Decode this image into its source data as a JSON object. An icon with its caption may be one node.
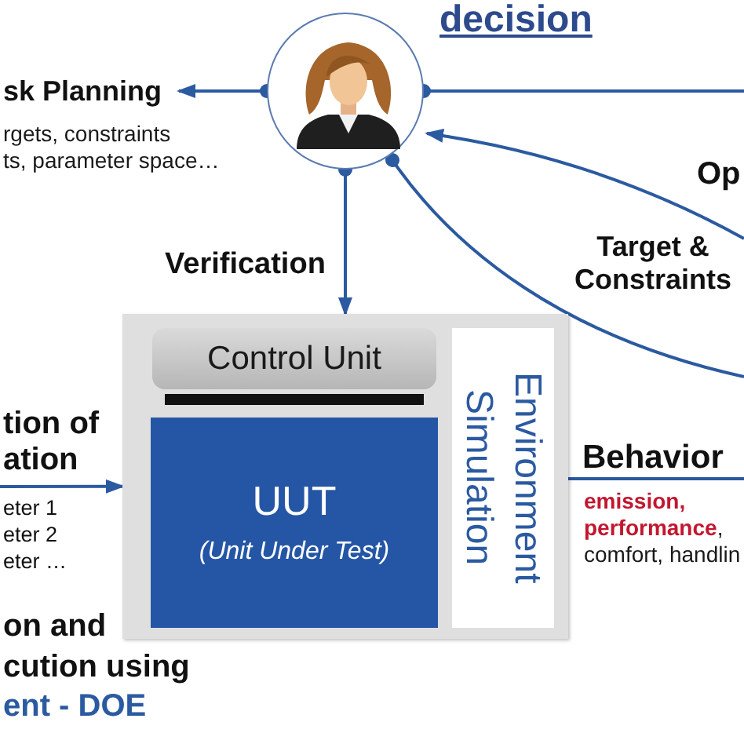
{
  "diagram": {
    "title": "decision",
    "nodes": [
      {
        "text": [],
        "shape": "person"
      },
      {
        "text": [
          "sk Planning"
        ],
        "beside": [
          "rgets, constraints",
          "ts, parameter space…"
        ]
      },
      {
        "text": [],
        "shape": "box"
      },
      {
        "text": [
          "Control Unit"
        ],
        "in": 2
      },
      {
        "text": [
          "UUT",
          "(Unit Under Test)"
        ],
        "in": 2
      },
      {
        "text": [
          "Environment Simulation"
        ],
        "in": 2
      }
    ],
    "edges": [
      {
        "from": 0,
        "to": 1,
        "arrow": "to"
      },
      {
        "from": 0,
        "to": 2,
        "arrow": "to",
        "label": "Verification"
      },
      {
        "from": 0,
        "to": null,
        "arrow": "other"
      },
      {
        "from": null,
        "to": 0,
        "arrow": "to"
      },
      {
        "from": 0,
        "to": null,
        "arrow": "other",
        "label": "Target & Constraints"
      },
      {
        "from": null,
        "to": 2,
        "arrow": "to",
        "label": "tion of ation"
      },
      {
        "from": 2,
        "to": null,
        "arrow": "none",
        "label": "Behavior"
      }
    ],
    "labels": [
      "Op",
      "eter 1",
      "eter 2",
      "eter …",
      "**emission, performance**, comfort, handlin",
      "on and cution using",
      "ent - DOE"
    ]
  }
}
